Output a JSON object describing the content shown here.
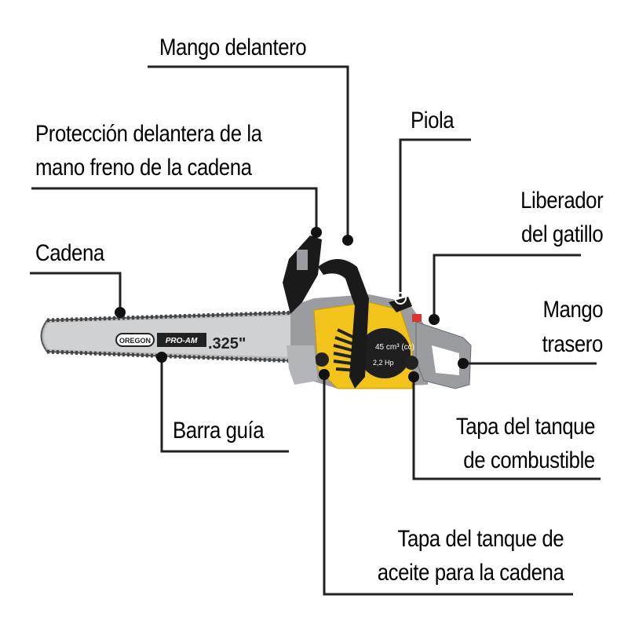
{
  "diagram": {
    "subject": "Motosierra (chainsaw) parts diagram",
    "labels": [
      {
        "id": "mango-delantero",
        "text": "Mango delantero"
      },
      {
        "id": "proteccion",
        "line1": "Protección delantera de la",
        "line2": "mano freno de la cadena"
      },
      {
        "id": "piola",
        "text": "Piola"
      },
      {
        "id": "liberador",
        "line1": "Liberador",
        "line2": "del gatillo"
      },
      {
        "id": "cadena",
        "text": "Cadena"
      },
      {
        "id": "mango-trasero",
        "line1": "Mango",
        "line2": "trasero"
      },
      {
        "id": "barra-guia",
        "text": "Barra guía"
      },
      {
        "id": "tapa-combustible",
        "line1": "Tapa del tanque",
        "line2": "de combustible"
      },
      {
        "id": "tapa-aceite",
        "line1": "Tapa del tanque de",
        "line2": "aceite para la cadena"
      }
    ],
    "product_markings": {
      "bar_brand": "OREGON",
      "bar_model": "PRO-AM",
      "chain_pitch": ".325\"",
      "displacement": "45 cm³ (cc)",
      "power": "2,2 Hp"
    },
    "colors": {
      "body_yellow": "#f2c31a",
      "housing_gray": "#9a9ca0",
      "handle_black": "#1a1a1a",
      "bar_silver": "#c9cbcd",
      "leader_line": "#222222"
    }
  }
}
